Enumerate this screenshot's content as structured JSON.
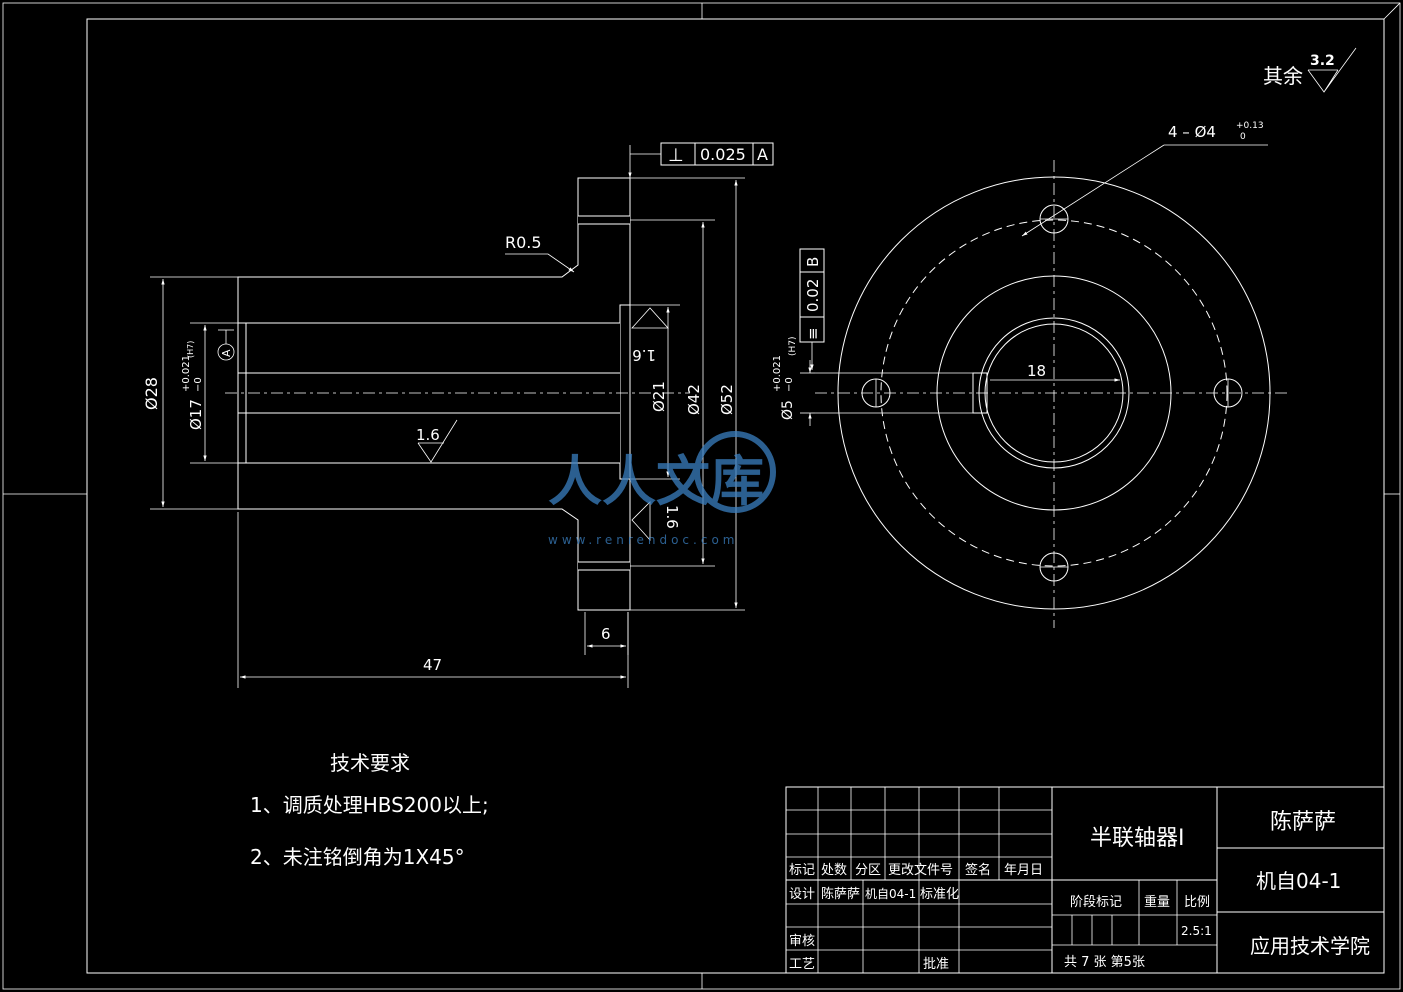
{
  "surface_roughness_default": {
    "prefix": "其余",
    "value": "3.2"
  },
  "geometric_tolerances": [
    {
      "symbol": "⊥",
      "value": "0.025",
      "datum": "A"
    },
    {
      "symbol": "≡",
      "value": "0.02",
      "datum": "B"
    }
  ],
  "datum_labels": [
    "A"
  ],
  "dimensions": {
    "fillet": "R0.5",
    "dia28": "Ø28",
    "dia17": "Ø17",
    "dia17_tol_upper": "+0.021",
    "dia17_tol_lower": "−0",
    "dia17_fit": "(H7)",
    "dia21": "Ø21",
    "dia42": "Ø42",
    "dia52": "Ø52",
    "flange_thickness": "6",
    "length": "47",
    "key_width": "18",
    "dia5": "Ø5",
    "dia5_tol_upper": "+0.021",
    "dia5_tol_lower": "−0",
    "dia5_fit": "(H7)",
    "holes": "4 – Ø4",
    "holes_tol_upper": "+0.13",
    "holes_tol_lower": "0"
  },
  "roughness_marks": [
    "1.6",
    "1.6",
    "1.6"
  ],
  "tech_requirements": {
    "title": "技术要求",
    "items": [
      "1、调质处理HBS200以上;",
      "2、未注铭倒角为1X45°"
    ]
  },
  "title_block": {
    "part_name": "半联轴器Ⅰ",
    "author_top": "陈萨萨",
    "class_code": "机自04-1",
    "school": "应用技术学院",
    "headers": [
      "标记",
      "处数",
      "分区",
      "更改文件号",
      "签名",
      "年月日"
    ],
    "row_design": [
      "设计",
      "陈萨萨",
      "机自04-1",
      "标准化"
    ],
    "stage_label": "阶段标记",
    "weight_label": "重量",
    "scale_label": "比例",
    "scale": "2.5:1",
    "review": "审核",
    "process": "工艺",
    "approve": "批准",
    "sheets": "共 7 张  第5张"
  },
  "watermark": {
    "text": "人人文库",
    "url": "www.renrendoc.com"
  },
  "colors": {
    "background": "#000000",
    "lines": "#ffffff",
    "watermark": "#3a7fc0"
  }
}
